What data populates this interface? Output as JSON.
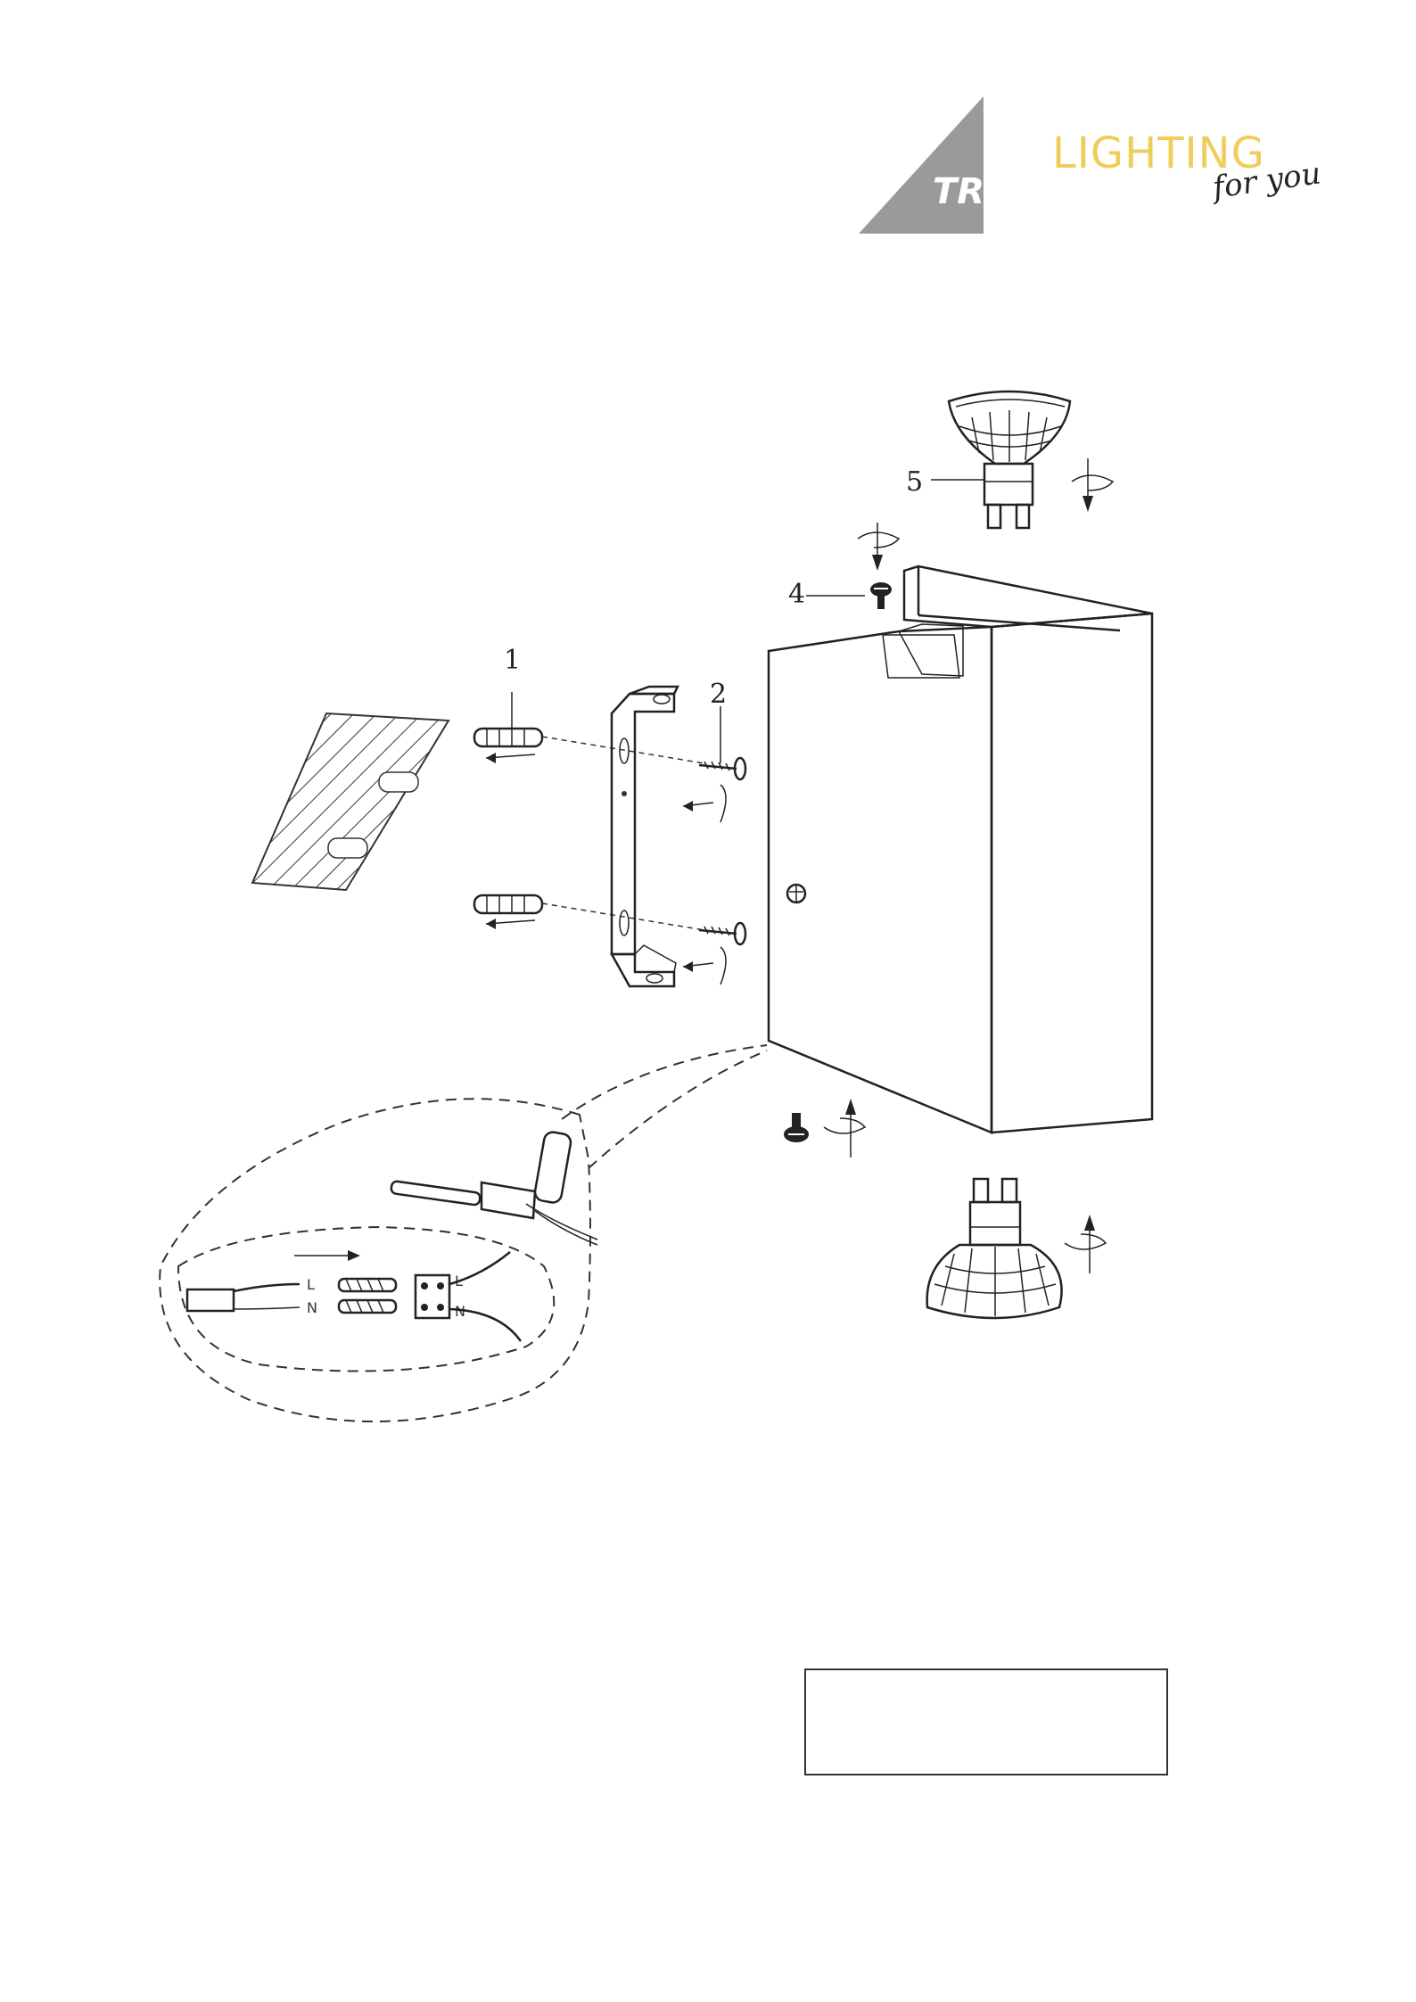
{
  "logo": {
    "brand": "TRIO",
    "tagline_main": "LIGHTING",
    "tagline_sub": "for you",
    "accent_color": "#f0cc5a",
    "triangle_color": "#9a9a9a"
  },
  "diagram": {
    "part_labels": {
      "wall_plug": "1",
      "screw": "2",
      "fixing_screw": "4",
      "bulb": "5"
    },
    "wire_labels": {
      "live": "L",
      "neutral": "N"
    }
  }
}
